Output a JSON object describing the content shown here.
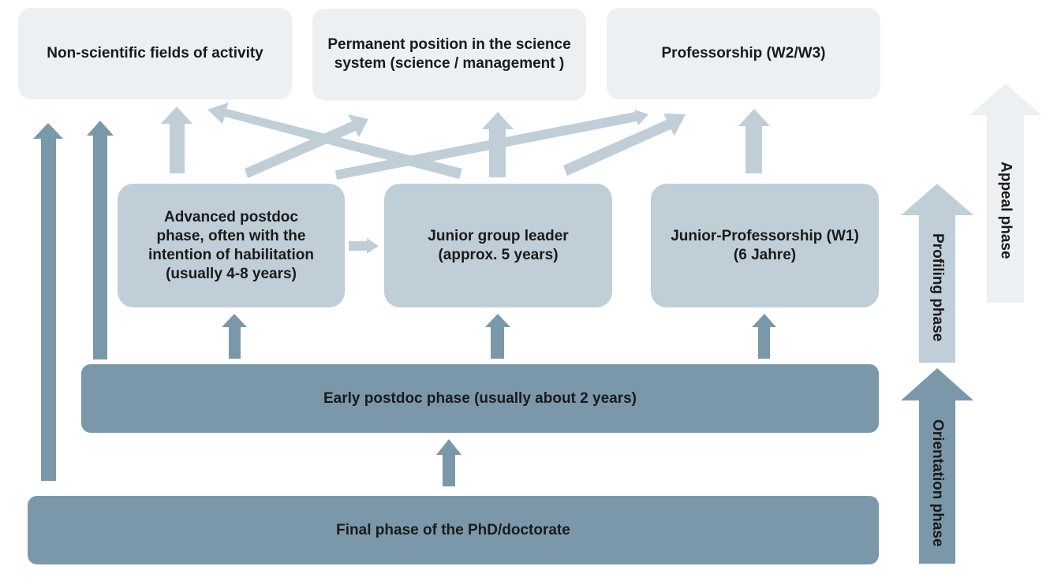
{
  "top_boxes": {
    "non_scientific": "Non-scientific fields of activity",
    "permanent_position": "Permanent position in the science\nsystem (science / management )",
    "professorship": "Professorship (W2/W3)"
  },
  "mid_boxes": {
    "advanced_postdoc": "Advanced postdoc\nphase, often with the\nintention of habilitation\n(usually 4-8 years)",
    "junior_group_leader": "Junior group leader\n(approx. 5 years)",
    "junior_professorship": "Junior-Professorship (W1)\n(6 Jahre)"
  },
  "early_postdoc": "Early postdoc phase (usually about 2 years)",
  "final_phase": "Final phase of the PhD/doctorate",
  "phase_labels": {
    "appeal": "Appeal phase",
    "profiling": "Profiling phase",
    "orientation": "Orientation phase"
  },
  "colors": {
    "top_box": "#edf0f3",
    "mid_box": "#c0ced7",
    "dark_box": "#7b98aa",
    "light_arrow": "#c0ced7",
    "dark_arrow": "#7b98aa"
  }
}
